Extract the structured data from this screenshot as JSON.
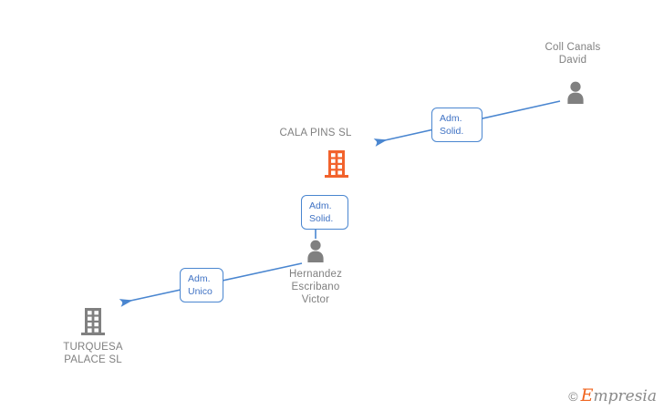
{
  "graph": {
    "background": "#ffffff",
    "edge_color": "#4a86d0",
    "company_color": "#f2622c",
    "company_color_secondary": "#808080",
    "person_color": "#808080",
    "label_color": "#808080",
    "badge_text_color": "#3f72c4",
    "badge_border_color": "#4a86d0",
    "nodes": [
      {
        "id": "coll-canals-david",
        "type": "person",
        "icon": "person-icon",
        "label": "Coll Canals\nDavid",
        "label_position": "above",
        "color": "#808080"
      },
      {
        "id": "cala-pins-sl",
        "type": "company",
        "icon": "building-icon",
        "label": "CALA PINS SL",
        "label_position": "above",
        "color": "#f2622c"
      },
      {
        "id": "hernandez-escribano-victor",
        "type": "person",
        "icon": "person-icon",
        "label": "Hernandez\nEscribano\nVictor",
        "label_position": "below",
        "color": "#808080"
      },
      {
        "id": "turquesa-palace-sl",
        "type": "company",
        "icon": "building-icon",
        "label": "TURQUESA\nPALACE SL",
        "label_position": "below",
        "color": "#808080"
      }
    ],
    "edges": [
      {
        "id": "edge-coll-to-cala",
        "from": "coll-canals-david",
        "to": "cala-pins-sl",
        "badge": "Adm.\nSolid.",
        "arrow": "to"
      },
      {
        "id": "edge-cala-to-hernandez",
        "from": "cala-pins-sl",
        "to": "hernandez-escribano-victor",
        "badge": "Adm.\nSolid.",
        "arrow": "none"
      },
      {
        "id": "edge-hernandez-to-turquesa",
        "from": "hernandez-escribano-victor",
        "to": "turquesa-palace-sl",
        "badge": "Adm.\nUnico",
        "arrow": "to"
      }
    ]
  },
  "watermark": {
    "copyright": "©",
    "brand_initial": "E",
    "brand_rest": "mpresia"
  }
}
